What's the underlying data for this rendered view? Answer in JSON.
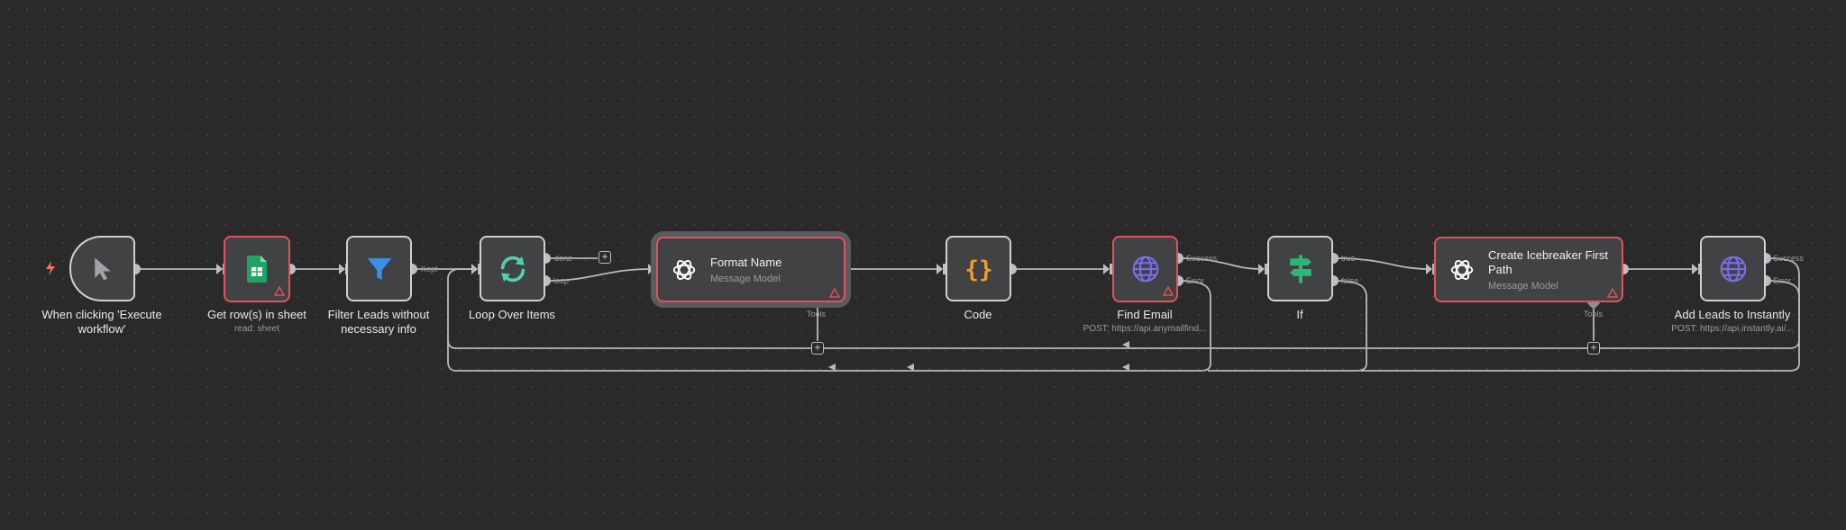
{
  "nodes": {
    "trigger": {
      "label": "When clicking 'Execute workflow'",
      "icon": "cursor-icon"
    },
    "get_rows": {
      "label": "Get row(s) in sheet",
      "subtitle": "read: sheet",
      "icon": "google-sheets-icon"
    },
    "filter": {
      "label": "Filter Leads without necessary info",
      "icon": "filter-icon",
      "output": "Kept"
    },
    "loop": {
      "label": "Loop Over Items",
      "icon": "loop-icon",
      "outputs": [
        "done",
        "loop"
      ]
    },
    "format_name": {
      "title": "Format Name",
      "subtitle": "Message Model",
      "icon": "openai-icon",
      "tools_label": "Tools"
    },
    "code": {
      "label": "Code",
      "icon": "code-braces-icon"
    },
    "find_email": {
      "label": "Find Email",
      "subtitle": "POST: https://api.anymailfind...",
      "icon": "globe-icon",
      "outputs": [
        "Success",
        "Error"
      ]
    },
    "if": {
      "label": "If",
      "icon": "signpost-icon",
      "outputs": [
        "true",
        "false"
      ]
    },
    "icebreaker": {
      "title": "Create Icebreaker First Path",
      "subtitle": "Message Model",
      "icon": "openai-icon",
      "tools_label": "Tools"
    },
    "add_leads": {
      "label": "Add Leads to Instantly",
      "subtitle": "POST: https://api.instantly.ai/...",
      "icon": "globe-icon",
      "outputs": [
        "Success",
        "Error"
      ]
    }
  },
  "colors": {
    "background": "#2a2a2b",
    "node_fill": "#414244",
    "node_border": "#cfd0d2",
    "error_border": "#e4505f",
    "wire": "#b8b9bc",
    "sheets_green": "#1fa463",
    "filter_blue": "#3b8fe6",
    "loop_teal": "#4fd1b0",
    "code_orange": "#f39a27",
    "globe_purple": "#7b6ee6",
    "if_green": "#2bb673",
    "trigger_bolt": "#ff6d5a"
  }
}
